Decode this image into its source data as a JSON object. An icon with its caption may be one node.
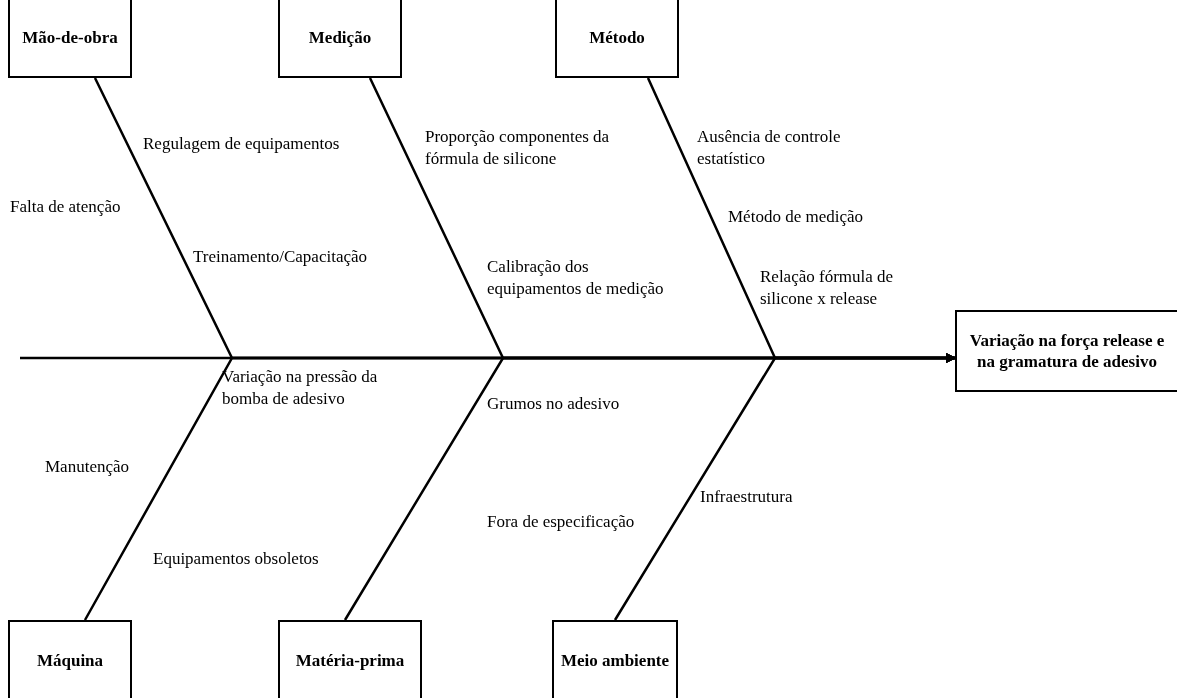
{
  "diagram": {
    "nodes": [
      {
        "text": [
          "Mão-de-obra"
        ]
      },
      {
        "text": [
          "Medição"
        ]
      },
      {
        "text": [
          "Método"
        ]
      },
      {
        "text": [
          "Variação na força release e na gramatura de adesivo"
        ]
      },
      {
        "text": [
          "Máquina"
        ]
      },
      {
        "text": [
          "Matéria-prima"
        ]
      },
      {
        "text": [
          "Meio ambiente"
        ]
      }
    ],
    "edges": [
      {
        "from": null,
        "to": 3,
        "arrow": "to"
      },
      {
        "from": 0,
        "to": 3,
        "arrow": "to"
      },
      {
        "from": 1,
        "to": 3,
        "arrow": "to"
      },
      {
        "from": 2,
        "to": 3,
        "arrow": "to"
      },
      {
        "from": 4,
        "to": 3,
        "arrow": "to"
      },
      {
        "from": 5,
        "to": 3,
        "arrow": "to"
      },
      {
        "from": 6,
        "to": 3,
        "arrow": "to"
      }
    ],
    "labels": [
      "Regulagem de equipamentos",
      "Proporção componentes da fórmula de silicone",
      "Ausência de controle estatístico",
      "Falta de atenção",
      "Método de medição",
      "Treinamento/Capacitação",
      "Calibração dos equipamentos de medição",
      "Relação fórmula de silicone x release",
      "Variação na pressão da bomba de adesivo",
      "Grumos no adesivo",
      "Manutenção",
      "Infraestrutura",
      "Fora de especificação",
      "Equipamentos obsoletos"
    ]
  }
}
